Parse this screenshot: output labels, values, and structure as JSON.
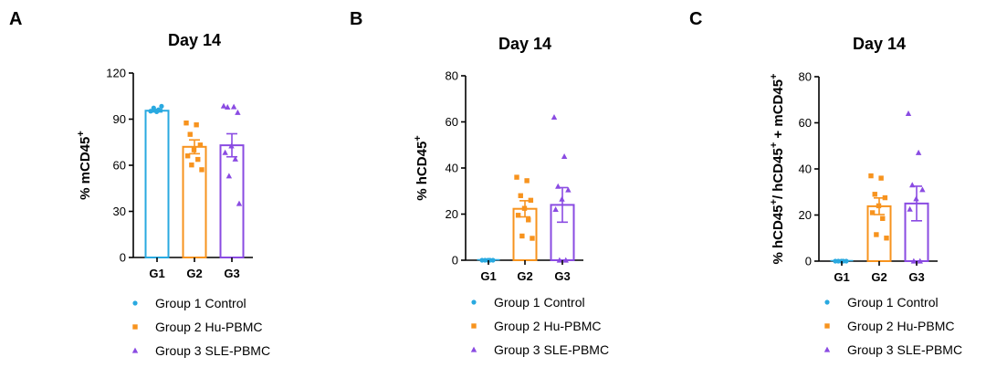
{
  "chart_data": [
    {
      "type": "bar",
      "panel": "A",
      "title": "Day 14",
      "ylabel": "% mCD45+",
      "ylabel_parts": [
        {
          "t": "% mCD45"
        },
        {
          "t": "+",
          "sup": true
        }
      ],
      "categories": [
        "G1",
        "G2",
        "G3"
      ],
      "ylim": [
        0,
        120
      ],
      "yticks": [
        0,
        30,
        60,
        90,
        120
      ],
      "series": [
        {
          "name": "Group 1 Control",
          "mean": 95.5,
          "sem": 0.8,
          "points": [
            95.2,
            96.1,
            97.3,
            98.4,
            94.8
          ]
        },
        {
          "name": "Group 2 Hu-PBMC",
          "mean": 72.0,
          "sem": 4.5,
          "points": [
            87.5,
            86.3,
            80.1,
            73.2,
            70.0,
            66.1,
            63.8,
            60.2,
            57.1
          ]
        },
        {
          "name": "Group 3 SLE-PBMC",
          "mean": 73.0,
          "sem": 7.5,
          "points": [
            98.5,
            98.0,
            97.8,
            94.3,
            72.5,
            68.2,
            64.0,
            53.0,
            35.0
          ]
        }
      ]
    },
    {
      "type": "bar",
      "panel": "B",
      "title": "Day 14",
      "ylabel": "% hCD45+",
      "ylabel_parts": [
        {
          "t": "% hCD45"
        },
        {
          "t": "+",
          "sup": true
        }
      ],
      "categories": [
        "G1",
        "G2",
        "G3"
      ],
      "ylim": [
        0,
        80
      ],
      "yticks": [
        0,
        20,
        40,
        60,
        80
      ],
      "series": [
        {
          "name": "Group 1 Control",
          "mean": 0,
          "sem": 0,
          "points": [
            0,
            0,
            0,
            0,
            0
          ]
        },
        {
          "name": "Group 2 Hu-PBMC",
          "mean": 22.3,
          "sem": 3.5,
          "points": [
            36.0,
            34.5,
            28.0,
            26.0,
            22.5,
            19.5,
            17.5,
            10.5,
            9.5
          ]
        },
        {
          "name": "Group 3 SLE-PBMC",
          "mean": 24.0,
          "sem": 7.5,
          "points": [
            62.0,
            45.0,
            32.0,
            30.5,
            26.5,
            22.0,
            0,
            0
          ]
        }
      ]
    },
    {
      "type": "bar",
      "panel": "C",
      "title": "Day 14",
      "ylabel": "% hCD45+/ hCD45+ + mCD45+",
      "ylabel_parts": [
        {
          "t": "% hCD45"
        },
        {
          "t": "+",
          "sup": true
        },
        {
          "t": "/ hCD45"
        },
        {
          "t": "+",
          "sup": true
        },
        {
          "t": " + mCD45"
        },
        {
          "t": "+",
          "sup": true
        }
      ],
      "categories": [
        "G1",
        "G2",
        "G3"
      ],
      "ylim": [
        0,
        80
      ],
      "yticks": [
        0,
        20,
        40,
        60,
        80
      ],
      "series": [
        {
          "name": "Group 1 Control",
          "mean": 0,
          "sem": 0,
          "points": [
            0,
            0,
            0,
            0,
            0
          ]
        },
        {
          "name": "Group 2 Hu-PBMC",
          "mean": 23.8,
          "sem": 3.6,
          "points": [
            37.0,
            36.0,
            29.0,
            27.5,
            24.0,
            21.0,
            18.5,
            11.5,
            10.0
          ]
        },
        {
          "name": "Group 3 SLE-PBMC",
          "mean": 25.0,
          "sem": 7.5,
          "points": [
            64.0,
            47.0,
            33.0,
            31.0,
            27.0,
            22.5,
            0,
            0
          ]
        }
      ]
    }
  ],
  "legend": [
    {
      "label": "Group 1 Control",
      "marker": "circle"
    },
    {
      "label": "Group 2 Hu-PBMC",
      "marker": "square"
    },
    {
      "label": "Group 3 SLE-PBMC",
      "marker": "triangle"
    }
  ],
  "colors": {
    "g1": "#29a9e0",
    "g2": "#f7931e",
    "g3": "#8a4be2",
    "axis": "#000000"
  }
}
